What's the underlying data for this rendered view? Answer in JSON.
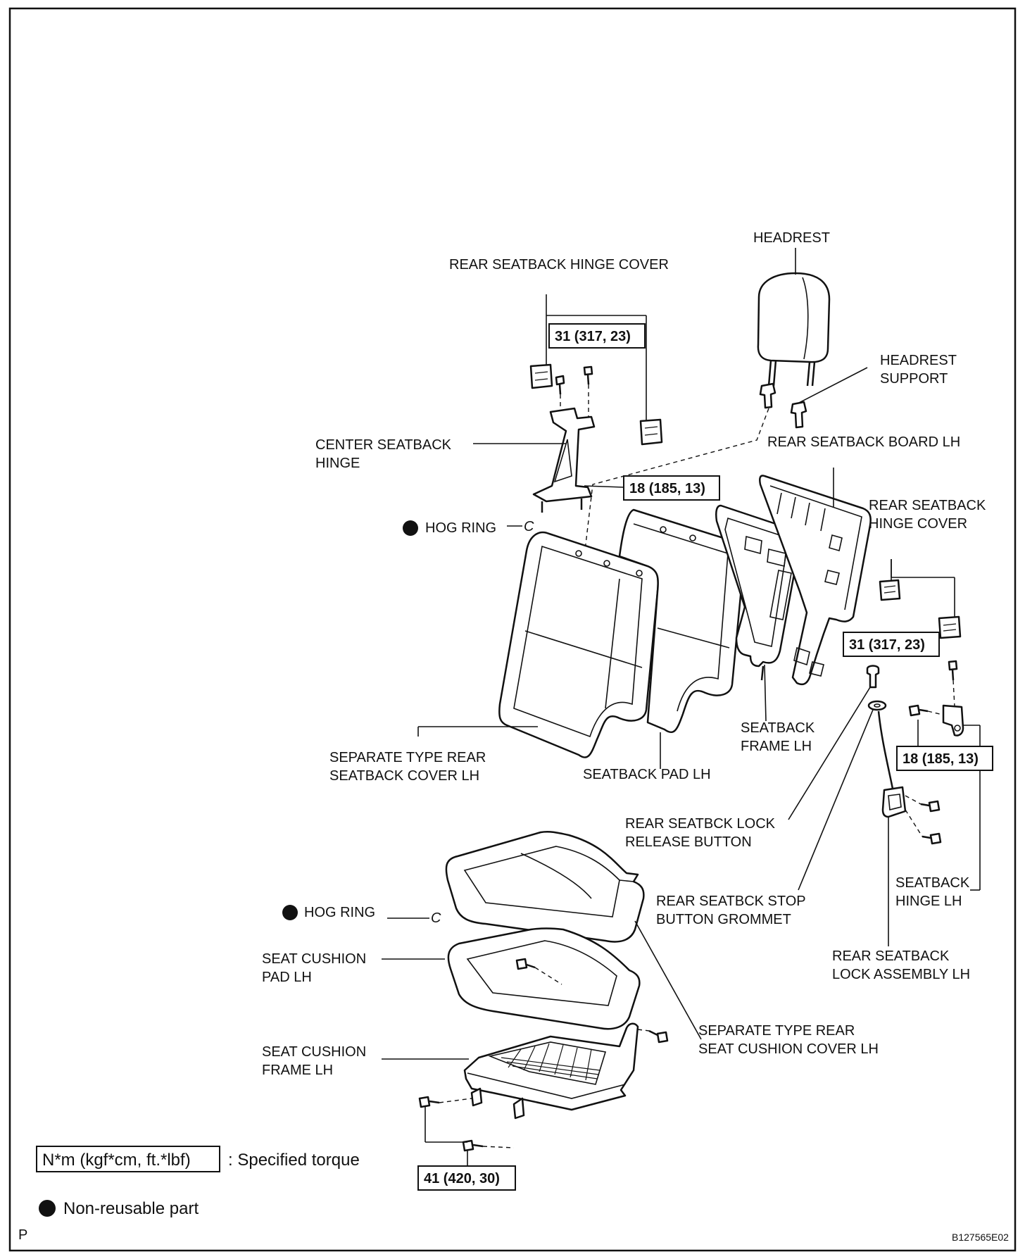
{
  "labels": {
    "headrest": "HEADREST",
    "rear_seatback_hinge_cover_top": "REAR SEATBACK HINGE COVER",
    "headrest_support_1": "HEADREST",
    "headrest_support_2": "SUPPORT",
    "center_hinge_1": "CENTER SEATBACK",
    "center_hinge_2": "HINGE",
    "rear_seatback_board": "REAR SEATBACK BOARD LH",
    "hinge_cover_right_1": "REAR SEATBACK",
    "hinge_cover_right_2": "HINGE COVER",
    "hog_ring_top": "HOG RING",
    "hog_ring_bottom": "HOG RING",
    "seatback_cover_1": "SEPARATE TYPE REAR",
    "seatback_cover_2": "SEATBACK COVER LH",
    "seatback_pad": "SEATBACK PAD LH",
    "seatback_frame_1": "SEATBACK",
    "seatback_frame_2": "FRAME LH",
    "lock_release_1": "REAR SEATBCK LOCK",
    "lock_release_2": "RELEASE BUTTON",
    "stop_grommet_1": "REAR SEATBCK STOP",
    "stop_grommet_2": "BUTTON GROMMET",
    "seatback_hinge_1": "SEATBACK",
    "seatback_hinge_2": "HINGE LH",
    "lock_assembly_1": "REAR SEATBACK",
    "lock_assembly_2": "LOCK ASSEMBLY LH",
    "cushion_pad_1": "SEAT CUSHION",
    "cushion_pad_2": "PAD LH",
    "cushion_cover_1": "SEPARATE TYPE REAR",
    "cushion_cover_2": "SEAT CUSHION COVER LH",
    "cushion_frame_1": "SEAT CUSHION",
    "cushion_frame_2": "FRAME LH"
  },
  "torques": {
    "t_hinge_top": "31 (317, 23)",
    "t_center_hinge": "18 (185, 13)",
    "t_hinge_right": "31 (317, 23)",
    "t_seatback_hinge": "18 (185, 13)",
    "t_cushion_frame": "41 (420, 30)"
  },
  "legend": {
    "torque_box": "N*m (kgf*cm, ft.*lbf)",
    "torque_desc": ": Specified torque",
    "non_reusable": "Non-reusable part"
  },
  "corner": {
    "left_letter": "P",
    "figure_id": "B127565E02"
  },
  "symbols": {
    "hog_ring_glyph": "C",
    "non_reusable_mark": "filled-circle"
  }
}
